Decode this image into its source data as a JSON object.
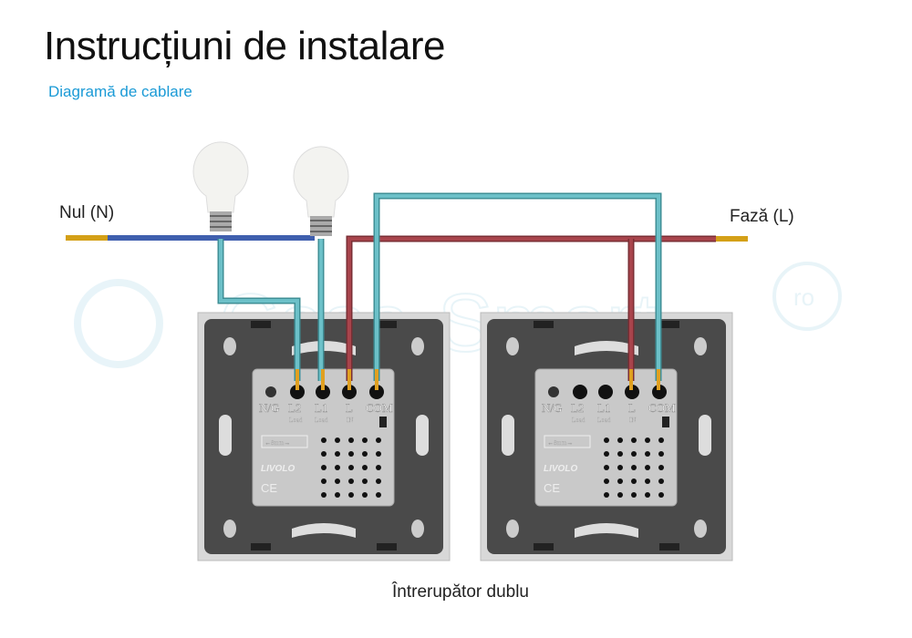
{
  "header": {
    "title": "Instrucțiuni de instalare",
    "subtitle": "Diagramă de cablare"
  },
  "diagram": {
    "neutral_label": "Nul (N)",
    "phase_label": "Fază (L)",
    "caption": "Întrerupător dublu",
    "watermark": "Casa-Smart",
    "watermark_mark": "ro",
    "module": {
      "ng": "N/G",
      "l2": "L2",
      "l1": "L1",
      "l": "L",
      "com": "COM",
      "load": "Load",
      "in": "IN",
      "gap": "←8mm→",
      "brand": "LIVOLO",
      "ce": "CE"
    },
    "colors": {
      "neutral": "#3f5fae",
      "phase": "#a8444c",
      "switched": "#6cc0c8",
      "plate": "#4a4a4a",
      "module": "#c9c9c9"
    }
  }
}
